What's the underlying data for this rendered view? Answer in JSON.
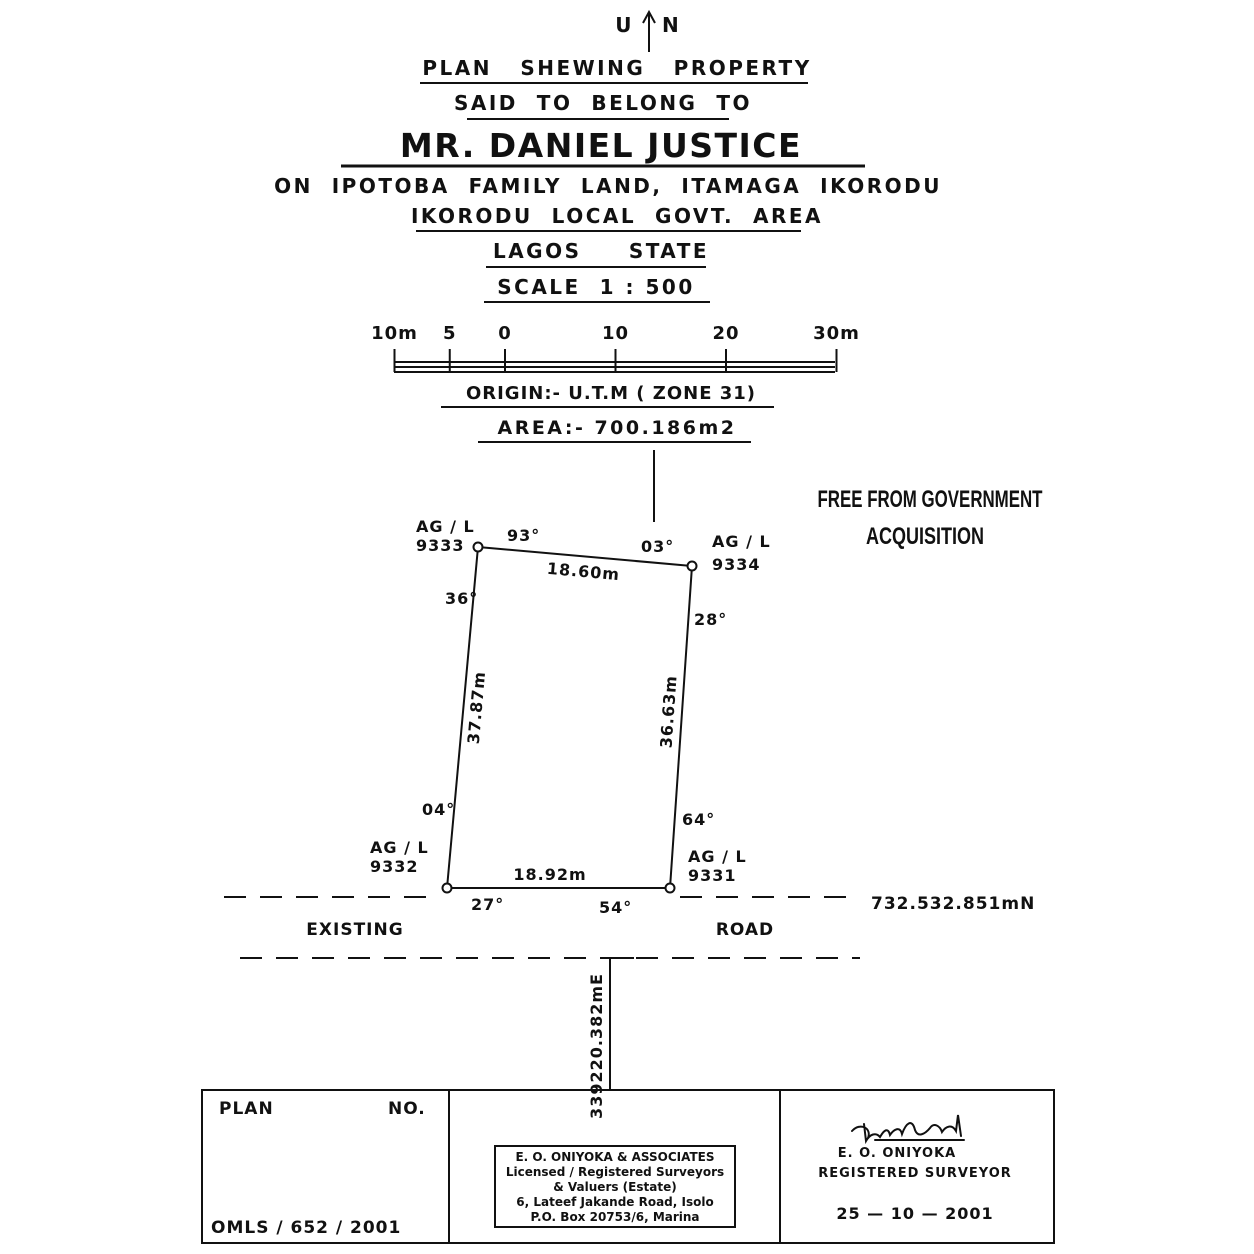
{
  "north": {
    "left": "U",
    "right": "N"
  },
  "title_block": {
    "line1": "PLAN   SHEWING   PROPERTY",
    "line2": "SAID  TO  BELONG  TO",
    "owner": "MR. DANIEL JUSTICE",
    "line4": "ON  IPOTOBA  FAMILY  LAND,  ITAMAGA  IKORODU",
    "line5": "IKORODU  LOCAL  GOVT.  AREA",
    "line6": "LAGOS     STATE",
    "scale": "SCALE  1 : 500"
  },
  "scale_bar": {
    "ticks": [
      {
        "value": -10,
        "label": "10m"
      },
      {
        "value": -5,
        "label": "5"
      },
      {
        "value": 0,
        "label": "0"
      },
      {
        "value": 10,
        "label": "10"
      },
      {
        "value": 20,
        "label": "20"
      },
      {
        "value": 30,
        "label": "30m"
      }
    ]
  },
  "origin": "ORIGIN:- U.T.M ( ZONE 31)",
  "area": "AREA:- 700.186m2",
  "free_note": {
    "line1": "FREE FROM GOVERNMENT",
    "line2": "ACQUISITION"
  },
  "beacons": [
    {
      "id": "9333",
      "label1": "AG / L",
      "label2": "9333"
    },
    {
      "id": "9334",
      "label1": "AG / L",
      "label2": "9334"
    },
    {
      "id": "9331",
      "label1": "AG / L",
      "label2": "9331"
    },
    {
      "id": "9332",
      "label1": "AG / L",
      "label2": "9332"
    }
  ],
  "boundaries": {
    "north": "18.60m",
    "east": "36.63m",
    "south": "18.92m",
    "west": "37.87m"
  },
  "angles": [
    "93°",
    "03°",
    "36°",
    "28°",
    "04°",
    "64°",
    "27°",
    "54°"
  ],
  "road": {
    "left": "EXISTING",
    "right": "ROAD"
  },
  "coordinates": {
    "northing": "732.532.851mN",
    "easting": "339220.382mE"
  },
  "footer": {
    "plan_label": "PLAN",
    "no_label": "NO.",
    "plan_number": "OMLS / 652 / 2001",
    "firm": [
      "E. O. ONIYOKA & ASSOCIATES",
      "Licensed / Registered Surveyors",
      "& Valuers (Estate)",
      "6, Lateef Jakande Road, Isolo",
      "P.O. Box 20753/6, Marina"
    ],
    "surveyor_name": "E. O. ONIYOKA",
    "surveyor_title": "REGISTERED SURVEYOR",
    "date": "25 — 10 — 2001"
  }
}
